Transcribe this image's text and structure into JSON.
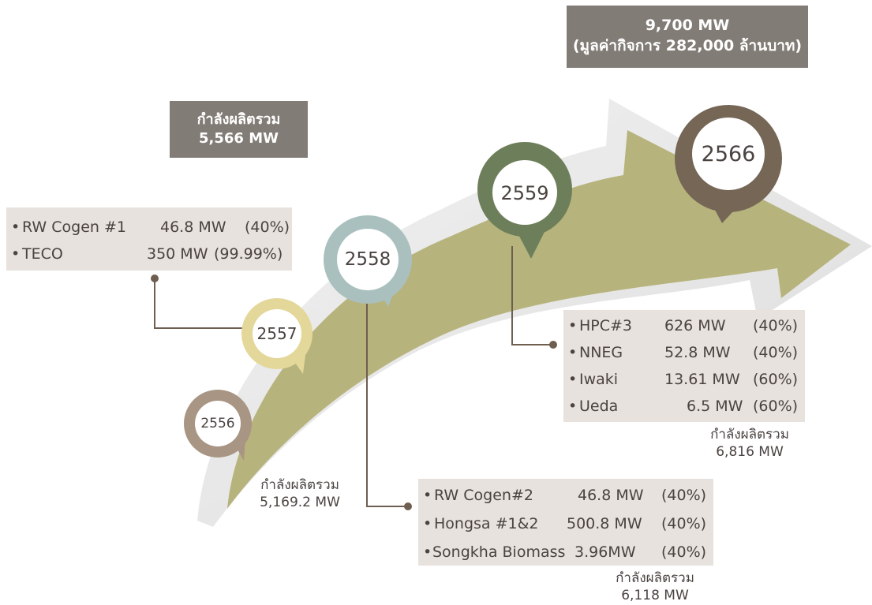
{
  "target": {
    "line1": "9,700 MW",
    "line2": "(มูลค่ากิจการ 282,000 ล้านบาท)"
  },
  "top_total": {
    "line1": "กำลังผลิตรวม",
    "line2": "5,566 MW"
  },
  "pins": [
    {
      "year": "2556",
      "color": "#a89583"
    },
    {
      "year": "2557",
      "color": "#e4d79a"
    },
    {
      "year": "2558",
      "color": "#a9c0bf"
    },
    {
      "year": "2559",
      "color": "#6d7f5a"
    },
    {
      "year": "2566",
      "color": "#756656"
    }
  ],
  "colors": {
    "arrow": "#b7b37d",
    "grey_box": "#827c76",
    "table_bg": "#e7e2dd",
    "line": "#6e5e50"
  },
  "table_2557": [
    {
      "name": "RW Cogen #1",
      "mw": "46.8 MW",
      "share": "(40%)"
    },
    {
      "name": "TECO",
      "mw": "350 MW",
      "share": "(99.99%)"
    }
  ],
  "table_2558": [
    {
      "name": "RW Cogen#2",
      "mw": "46.8 MW",
      "share": "(40%)"
    },
    {
      "name": "Hongsa #1&2",
      "mw": "500.8 MW",
      "share": "(40%)"
    },
    {
      "name": "Songkha Biomass",
      "mw": "3.96MW",
      "share": "(40%)"
    }
  ],
  "table_2559": [
    {
      "name": "HPC#3",
      "mw": "626  MW",
      "share": "(40%)"
    },
    {
      "name": "NNEG",
      "mw": "52.8 MW",
      "share": "(40%)"
    },
    {
      "name": "Iwaki",
      "mw": "13.61 MW",
      "share": "(60%)"
    },
    {
      "name": "Ueda",
      "mw": "6.5 MW",
      "share": "(60%)"
    }
  ],
  "totals": {
    "t2556": {
      "line1": "กำลังผลิตรวม",
      "line2": "5,169.2 MW"
    },
    "t2558": {
      "line1": "กำลังผลิตรวม",
      "line2": "6,118 MW"
    },
    "t2559": {
      "line1": "กำลังผลิตรวม",
      "line2": "6,816 MW"
    }
  }
}
